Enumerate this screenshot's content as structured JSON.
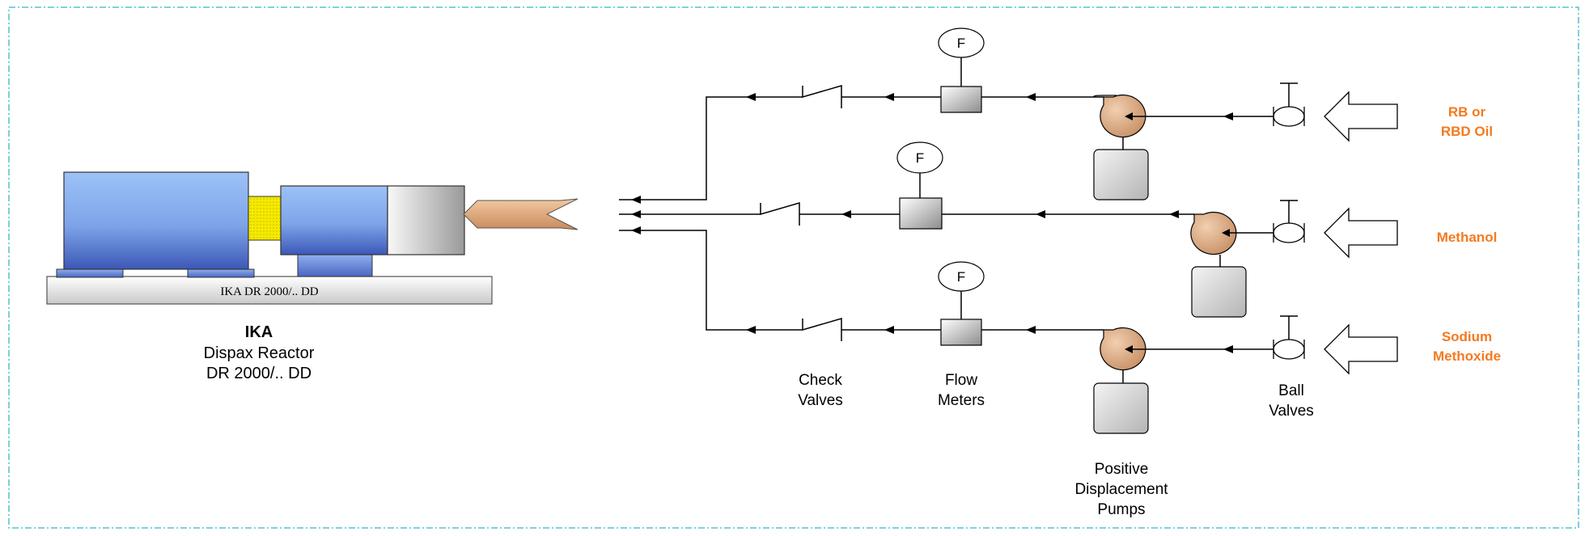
{
  "machine": {
    "base_label": "IKA DR 2000/.. DD",
    "title": "IKA",
    "subtitle_line1": "Dispax Reactor",
    "subtitle_line2": "DR 2000/.. DD"
  },
  "instruments": {
    "flow_meter_symbol": "F"
  },
  "feeds": [
    {
      "line1": "RB or",
      "line2": "RBD Oil"
    },
    {
      "line1": "Methanol",
      "line2": ""
    },
    {
      "line1": "Sodium",
      "line2": "Methoxide"
    }
  ],
  "component_labels": {
    "check_valves": [
      "Check",
      "Valves"
    ],
    "flow_meters": [
      "Flow",
      "Meters"
    ],
    "pumps": [
      "Positive",
      "Displacement",
      "Pumps"
    ],
    "ball_valves": [
      "Ball",
      "Valves"
    ]
  },
  "colors": {
    "feed_label": "#f47a20",
    "motor_blue": "#8fb4f0",
    "coupling_yellow": "#f5ea00",
    "nozzle_tan": "#e8b48a",
    "pump_tan": "#d9a784",
    "frame_dash": "#35b8c0"
  }
}
